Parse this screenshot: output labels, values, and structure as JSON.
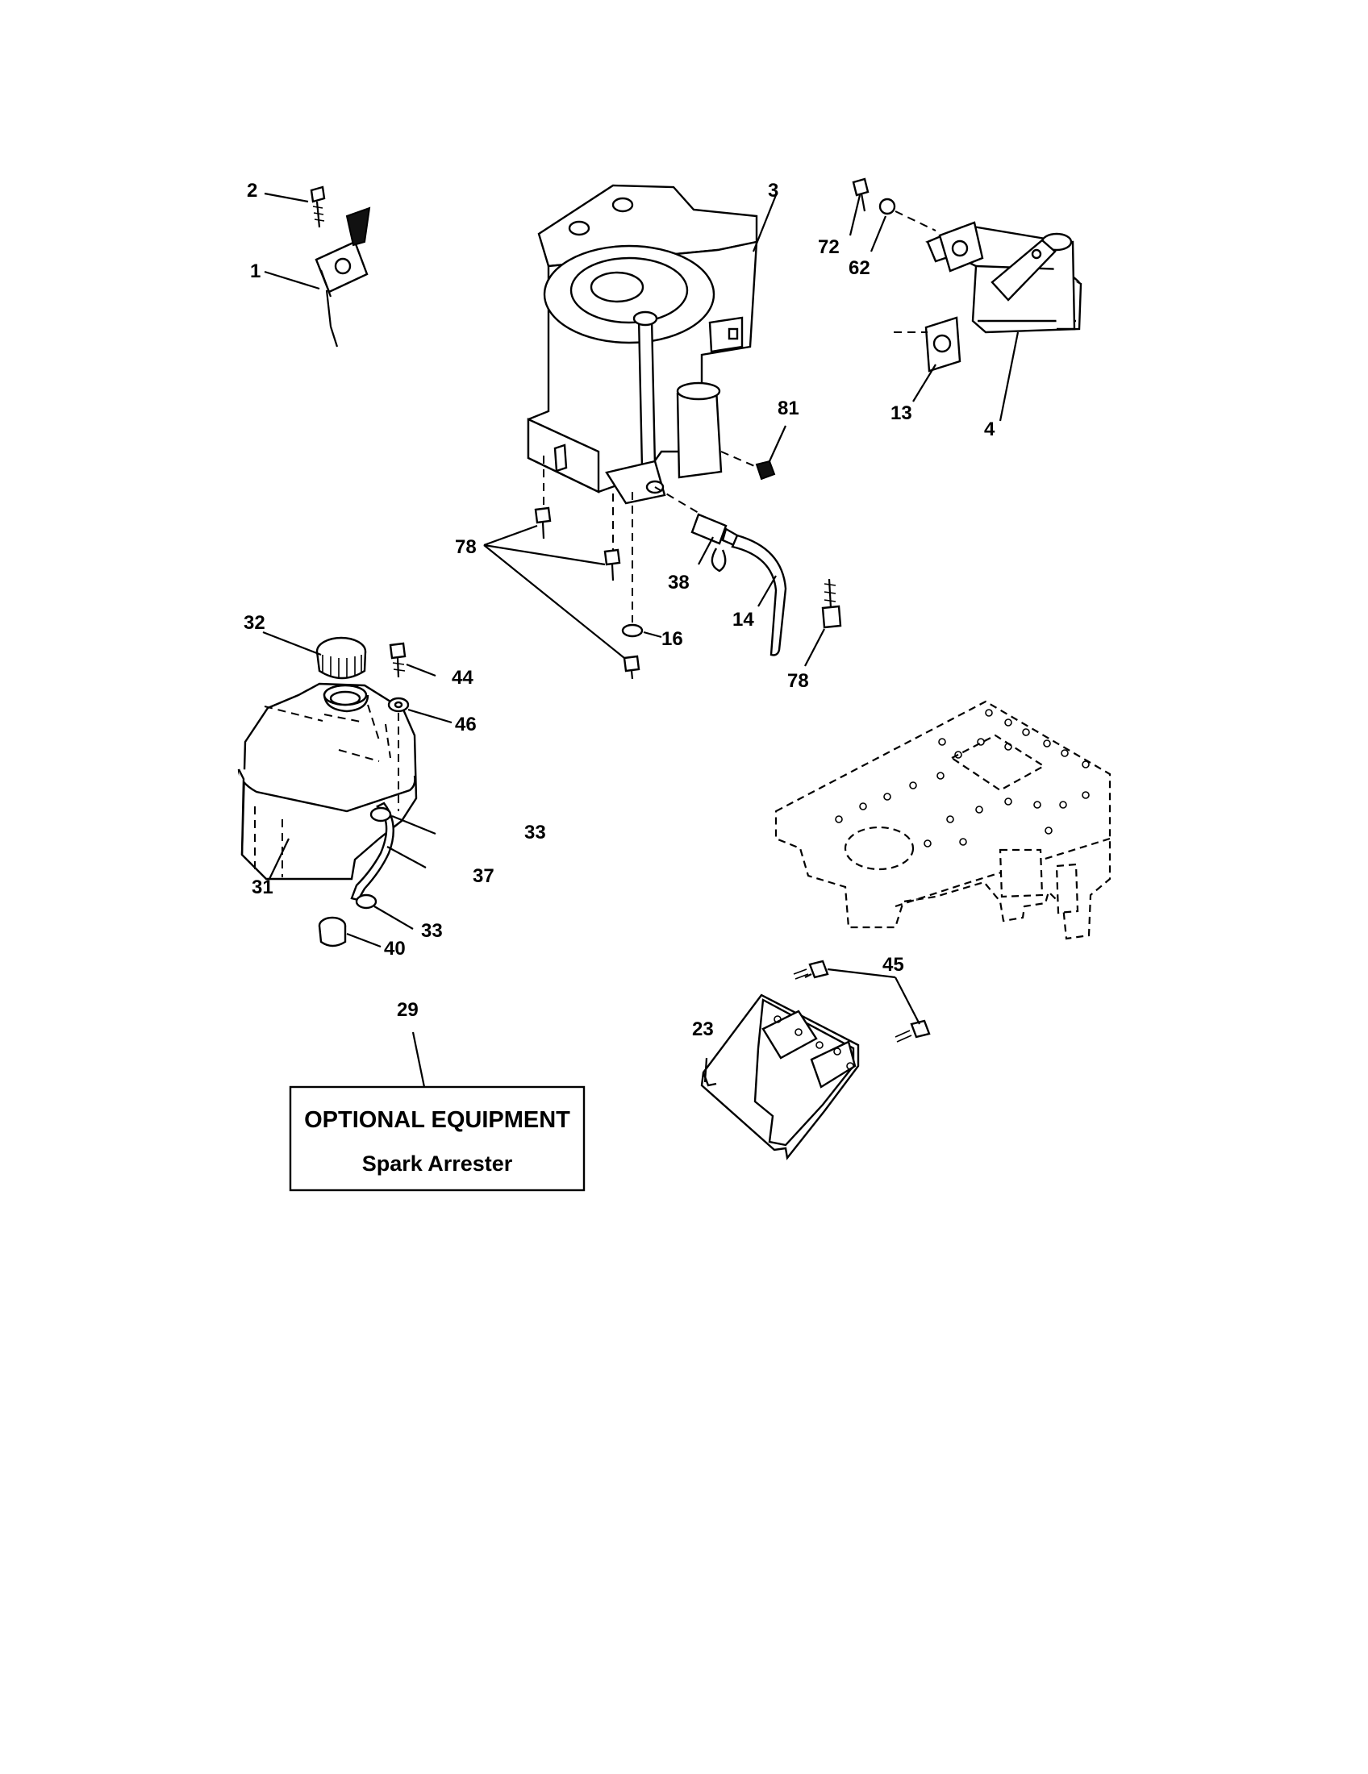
{
  "callouts": {
    "c1": "1",
    "c2": "2",
    "c3": "3",
    "c4": "4",
    "c13": "13",
    "c14": "14",
    "c16": "16",
    "c23": "23",
    "c29": "29",
    "c31": "31",
    "c32": "32",
    "c33a": "33",
    "c33b": "33",
    "c37": "37",
    "c38": "38",
    "c40": "40",
    "c44": "44",
    "c45": "45",
    "c46": "46",
    "c62": "62",
    "c72": "72",
    "c78a": "78",
    "c78b": "78",
    "c81": "81"
  },
  "optional_box": {
    "title": "OPTIONAL EQUIPMENT",
    "subtitle": "Spark Arrester"
  }
}
